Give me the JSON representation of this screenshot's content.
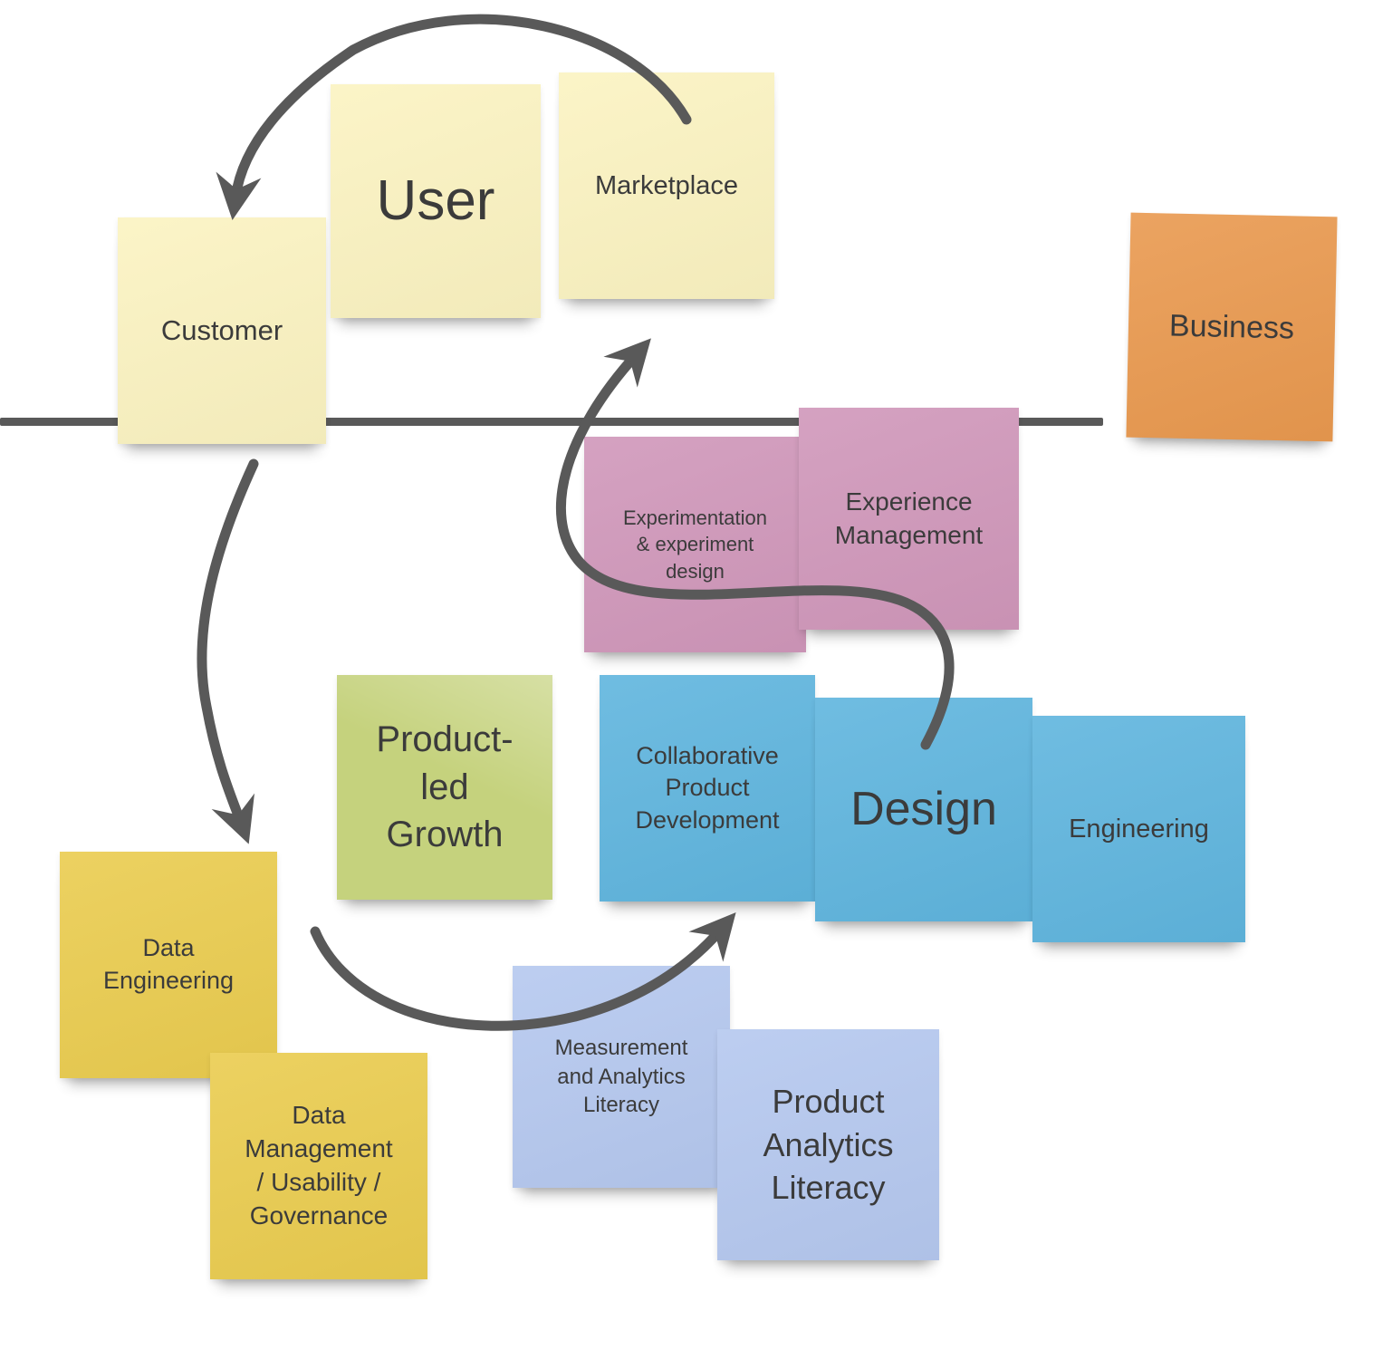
{
  "board": {
    "divider_color": "#595959",
    "arrow_color": "#595959",
    "background_color": "#ffffff",
    "text_color": "#3b3b3b"
  },
  "notes": [
    {
      "id": "customer",
      "label": "Customer",
      "color": "#FBF3C1"
    },
    {
      "id": "user",
      "label": "User",
      "color": "#FBF3C1"
    },
    {
      "id": "marketplace",
      "label": "Marketplace",
      "color": "#FBF3C1"
    },
    {
      "id": "business",
      "label": "Business",
      "color": "#E9994F"
    },
    {
      "id": "experimentation",
      "label": "Experimentation\n& experiment\ndesign",
      "color": "#D097BA"
    },
    {
      "id": "experience-management",
      "label": "Experience\nManagement",
      "color": "#D097BA"
    },
    {
      "id": "product-led-growth",
      "label": "Product-\nled\nGrowth",
      "color": "#C5D27D"
    },
    {
      "id": "collaborative-product-development",
      "label": "Collaborative\nProduct\nDevelopment",
      "color": "#5FB5DE"
    },
    {
      "id": "design",
      "label": "Design",
      "color": "#5FB5DE"
    },
    {
      "id": "engineering",
      "label": "Engineering",
      "color": "#5FB5DE"
    },
    {
      "id": "data-engineering",
      "label": "Data\nEngineering",
      "color": "#EACC4F"
    },
    {
      "id": "data-management",
      "label": "Data\nManagement\n/ Usability /\nGovernance",
      "color": "#EACC4F"
    },
    {
      "id": "measurement-analytics-literacy",
      "label": "Measurement\nand Analytics\nLiteracy",
      "color": "#B5C8EF"
    },
    {
      "id": "product-analytics-literacy",
      "label": "Product\nAnalytics\nLiteracy",
      "color": "#B5C8EF"
    }
  ]
}
